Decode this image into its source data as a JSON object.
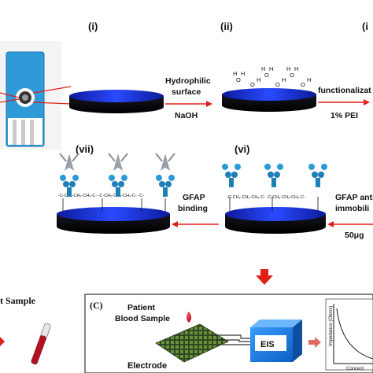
{
  "steps": {
    "i": "(i)",
    "ii": "(ii)",
    "iii": "(i",
    "vi": "(vi)",
    "vii": "(vii)"
  },
  "arrows": {
    "hydrophilic_line1": "Hydrophilic",
    "hydrophilic_line2": "surface",
    "naoh": "NaOH",
    "functionalization": "functionalizat",
    "pei": "1% PEI",
    "gfap_binding_line1": "GFAP",
    "gfap_binding_line2": "binding",
    "gfap_immob_line1": "GFAP anti",
    "gfap_immob_line2": "immobili",
    "concentration": "50μg"
  },
  "molecule": {
    "oh": "OH",
    "o": "O",
    "h": "H",
    "chain": "-C-CH₂-CH₂-CH₂-C-",
    "chain_short": "-C-"
  },
  "panel_b": {
    "label": "t Sample"
  },
  "panel_c": {
    "label": "(C)",
    "patient_line1": "Patient",
    "patient_line2": "Blood Sample",
    "electrode": "Electrode",
    "eis": "EIS",
    "y_axis": "Impedance (Ohms)",
    "x_axis": "Concent"
  },
  "colors": {
    "disk_top": "#1a2fd6",
    "disk_side": "#0a0a14",
    "arrow_red": "#e0201a",
    "antibody": "#2a9bd6",
    "electrode_chip": "#3aa0d8",
    "eis_box": "#1b7fe0",
    "blood": "#c8102e"
  }
}
